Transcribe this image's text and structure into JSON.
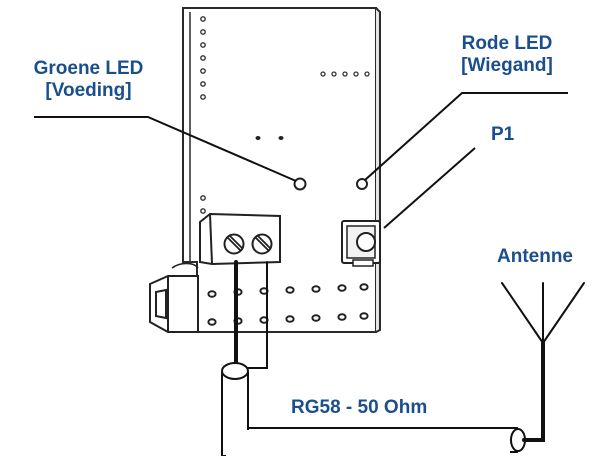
{
  "labels": {
    "green_led_line1": "Groene LED",
    "green_led_line2": "[Voeding]",
    "red_led_line1": "Rode LED",
    "red_led_line2": "[Wiegand]",
    "p1": "P1",
    "antenna": "Antenne",
    "cable": "RG58 - 50 Ohm"
  },
  "colors": {
    "label_text": "#1b4f8c",
    "line": "#111111",
    "board_fill": "#ffffff",
    "board_edge": "#2a2a2a"
  }
}
